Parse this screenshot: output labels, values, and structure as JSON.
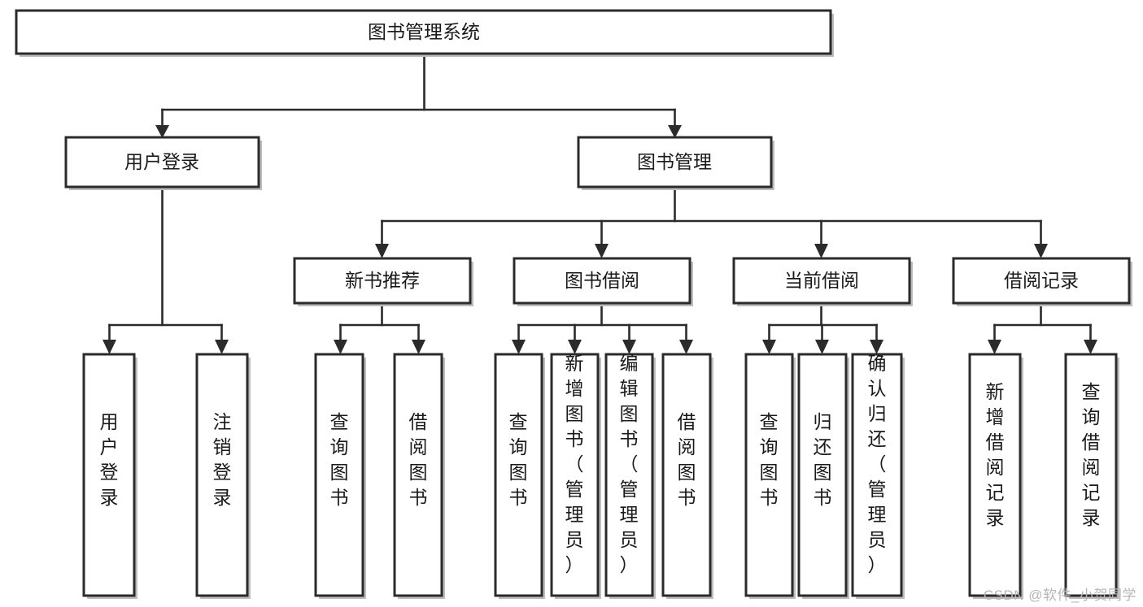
{
  "diagram": {
    "type": "hierarchy-tree",
    "title": "图书管理系统",
    "orientation": "top-down",
    "watermark": "CSDN @软件_小贺同学",
    "colors": {
      "box_fill": "#ffffff",
      "box_stroke": "#2b2b2b",
      "connector": "#2b2b2b",
      "text": "#1a1a1a",
      "watermark": "#b6b6b6"
    },
    "levels": [
      {
        "level": 1,
        "nodes": [
          {
            "id": "root",
            "label": "图书管理系统",
            "orient": "horizontal",
            "parent": null
          }
        ]
      },
      {
        "level": 2,
        "nodes": [
          {
            "id": "user-login",
            "label": "用户登录",
            "orient": "horizontal",
            "parent": "root"
          },
          {
            "id": "book-manage",
            "label": "图书管理",
            "orient": "horizontal",
            "parent": "root"
          }
        ]
      },
      {
        "level": 3,
        "nodes": [
          {
            "id": "new-book-rec",
            "label": "新书推荐",
            "orient": "horizontal",
            "parent": "book-manage"
          },
          {
            "id": "book-borrow",
            "label": "图书借阅",
            "orient": "horizontal",
            "parent": "book-manage"
          },
          {
            "id": "current-borrow",
            "label": "当前借阅",
            "orient": "horizontal",
            "parent": "book-manage"
          },
          {
            "id": "borrow-record",
            "label": "借阅记录",
            "orient": "horizontal",
            "parent": "book-manage"
          }
        ]
      },
      {
        "level": 4,
        "nodes": [
          {
            "id": "leaf-user-login",
            "label": "用户登录",
            "orient": "vertical",
            "parent": "user-login"
          },
          {
            "id": "leaf-logout",
            "label": "注销登录",
            "orient": "vertical",
            "parent": "user-login"
          },
          {
            "id": "leaf-query-book-1",
            "label": "查询图书",
            "orient": "vertical",
            "parent": "new-book-rec"
          },
          {
            "id": "leaf-borrow-book-1",
            "label": "借阅图书",
            "orient": "vertical",
            "parent": "new-book-rec"
          },
          {
            "id": "leaf-query-book-2",
            "label": "查询图书",
            "orient": "vertical",
            "parent": "book-borrow"
          },
          {
            "id": "leaf-add-book",
            "label": "新增图书（管理员）",
            "orient": "vertical",
            "parent": "book-borrow"
          },
          {
            "id": "leaf-edit-book",
            "label": "编辑图书（管理员）",
            "orient": "vertical",
            "parent": "book-borrow"
          },
          {
            "id": "leaf-borrow-book-2",
            "label": "借阅图书",
            "orient": "vertical",
            "parent": "book-borrow"
          },
          {
            "id": "leaf-query-book-3",
            "label": "查询图书",
            "orient": "vertical",
            "parent": "current-borrow"
          },
          {
            "id": "leaf-return-book",
            "label": "归还图书",
            "orient": "vertical",
            "parent": "current-borrow"
          },
          {
            "id": "leaf-confirm-return",
            "label": "确认归还（管理员）",
            "orient": "vertical",
            "parent": "current-borrow"
          },
          {
            "id": "leaf-add-record",
            "label": "新增借阅记录",
            "orient": "vertical",
            "parent": "borrow-record"
          },
          {
            "id": "leaf-query-record",
            "label": "查询借阅记录",
            "orient": "vertical",
            "parent": "borrow-record"
          }
        ]
      }
    ]
  }
}
